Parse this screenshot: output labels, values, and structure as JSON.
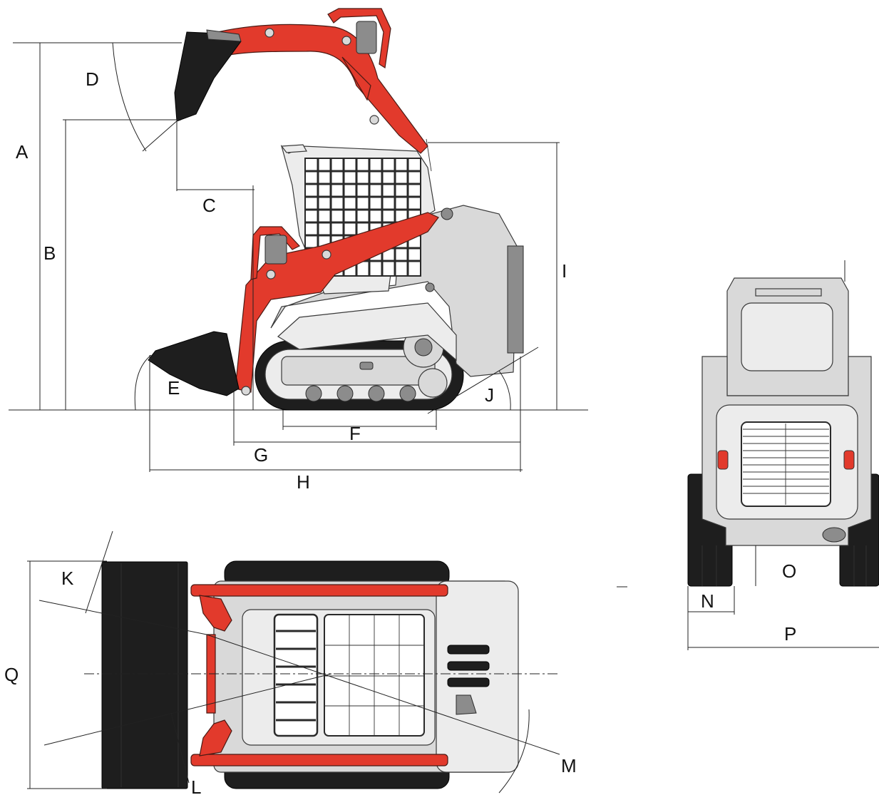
{
  "labels": {
    "A": "A",
    "B": "B",
    "C": "C",
    "D": "D",
    "E": "E",
    "F": "F",
    "G": "G",
    "H": "H",
    "I": "I",
    "J": "J",
    "K": "K",
    "L": "L",
    "M": "M",
    "N": "N",
    "O": "O",
    "P": "P",
    "Q": "Q"
  },
  "colors": {
    "accent_red": "#e23a2c",
    "body_grey": "#d9d9d9",
    "track_black": "#1e1e1e"
  }
}
